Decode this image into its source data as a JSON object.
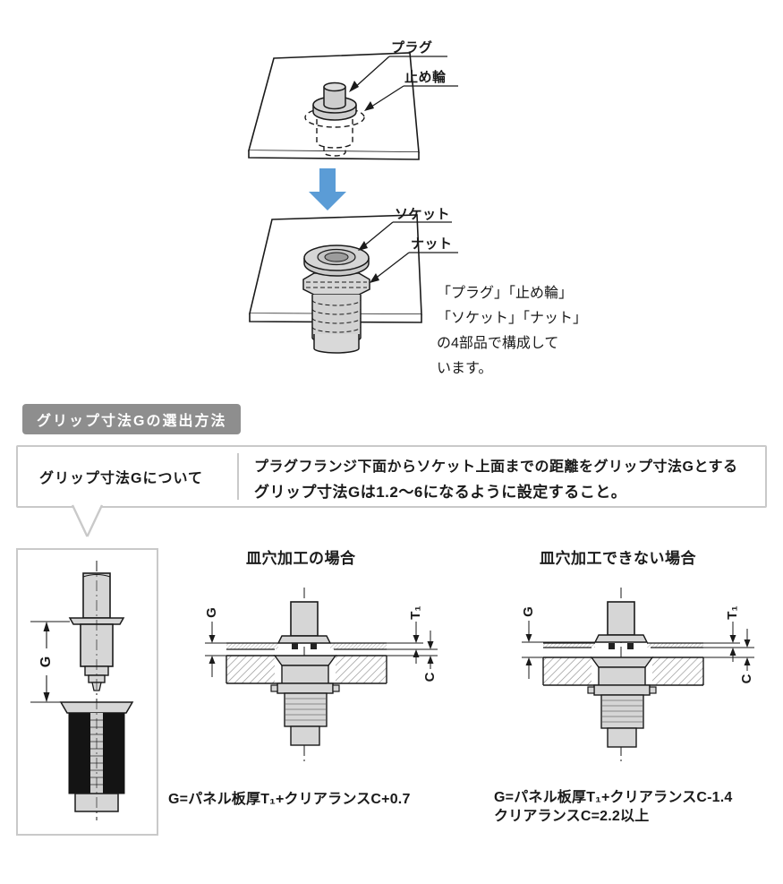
{
  "colors": {
    "accent_blue": "#5b9cd6",
    "badge_bg": "#8e8e8e",
    "box_border": "#c9c9c9",
    "part_fill": "#d6d6d6",
    "line": "#1a1a1a"
  },
  "assembly": {
    "labels": {
      "plug": "プラグ",
      "retaining_ring": "止め輪",
      "socket": "ソケット",
      "nut": "ナット"
    },
    "description_lines": [
      "「プラグ」「止め輪」",
      "「ソケット」「ナット」",
      "の4部品で構成して",
      "います。"
    ]
  },
  "section": {
    "header": "グリップ寸法Gの選出方法"
  },
  "callout": {
    "label": "グリップ寸法Gについて",
    "line1": "プラグフランジ下面からソケット上面までの距離をグリップ寸法Gとする",
    "line2": "グリップ寸法Gは1.2〜6になるように設定すること。"
  },
  "figures": {
    "grip_dim_label": "G",
    "countersunk": {
      "title": "皿穴加工の場合",
      "dim_g": "G",
      "dim_t1": "T₁",
      "dim_c": "C",
      "formula": "G=パネル板厚T₁+クリアランスC+0.7"
    },
    "not_countersunk": {
      "title": "皿穴加工できない場合",
      "dim_g": "G",
      "dim_t1": "T₁",
      "dim_c": "C",
      "formula_line1": "G=パネル板厚T₁+クリアランスC-1.4",
      "formula_line2": "クリアランスC=2.2以上"
    }
  }
}
